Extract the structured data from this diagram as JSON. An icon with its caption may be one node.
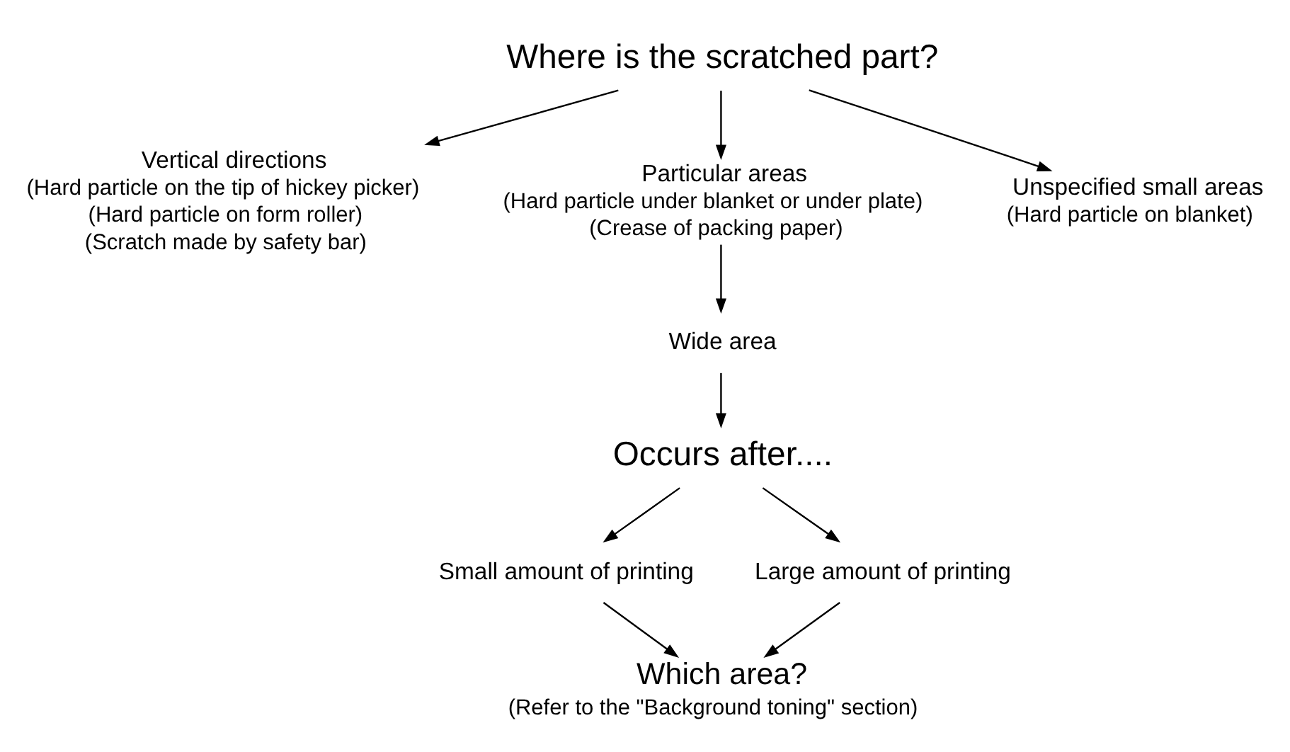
{
  "diagram": {
    "nodes": [
      {
        "text": [
          "Where is the scratched part?"
        ]
      },
      {
        "text": [
          "Vertical directions",
          "(Hard particle on the tip of hickey picker)",
          "(Hard particle on form roller)",
          "(Scratch made by safety bar)"
        ]
      },
      {
        "text": [
          "Particular areas",
          "(Hard particle under blanket or under plate)",
          "(Crease of packing paper)"
        ]
      },
      {
        "text": [
          "Unspecified small areas",
          "(Hard particle on blanket)"
        ]
      },
      {
        "text": [
          "Wide area"
        ]
      },
      {
        "text": [
          "Occurs after...."
        ]
      },
      {
        "text": [
          "Small amount of printing"
        ]
      },
      {
        "text": [
          "Large amount of printing"
        ]
      },
      {
        "text": [
          "Which area?",
          "(Refer to the \"Background toning\" section)"
        ]
      }
    ],
    "edges": [
      {
        "from": 0,
        "to": 1,
        "arrow": "to"
      },
      {
        "from": 0,
        "to": 3,
        "arrow": "to"
      },
      {
        "from": 0,
        "to": 2,
        "arrow": "to"
      },
      {
        "from": 2,
        "to": 4,
        "arrow": "to"
      },
      {
        "from": 4,
        "to": 5,
        "arrow": "to"
      },
      {
        "from": 5,
        "to": 6,
        "arrow": "to"
      },
      {
        "from": 5,
        "to": 7,
        "arrow": "to"
      },
      {
        "from": 6,
        "to": 8,
        "arrow": "to"
      },
      {
        "from": 7,
        "to": 8,
        "arrow": "to"
      }
    ]
  }
}
